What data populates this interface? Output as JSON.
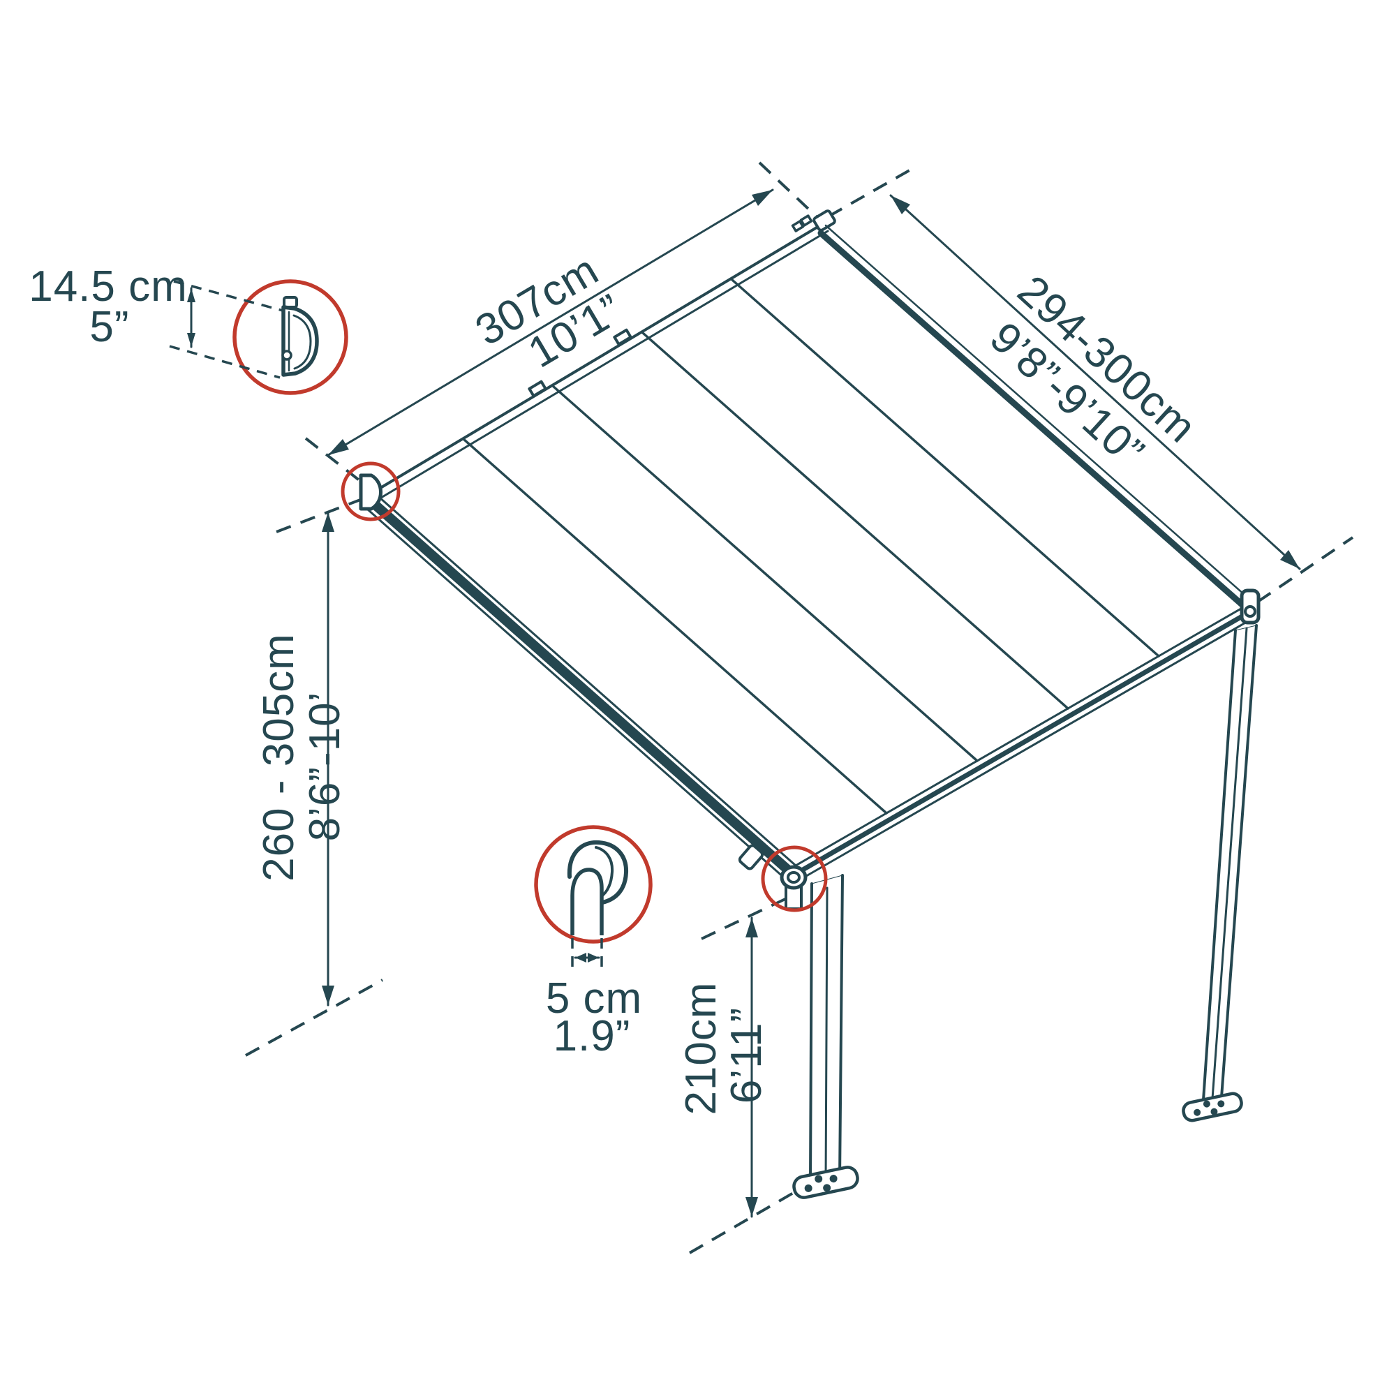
{
  "diagram": {
    "colors": {
      "line": "#254750",
      "highlight_circle": "#c13a2c",
      "background": "#ffffff"
    },
    "dimensions": {
      "roof_depth": {
        "metric": "307cm",
        "imperial": "10’1”"
      },
      "roof_width": {
        "metric": "294-300cm",
        "imperial": "9’8”-9’10”"
      },
      "overall_height": {
        "metric": "260 - 305cm",
        "imperial": "8’6”-10’"
      },
      "post_clearance_height": {
        "metric": "210cm",
        "imperial": "6’11”"
      },
      "gutter_profile_height": {
        "metric": "14.5 cm",
        "imperial": "5”"
      },
      "post_profile_width": {
        "metric": "5 cm",
        "imperial": "1.9”"
      }
    }
  }
}
